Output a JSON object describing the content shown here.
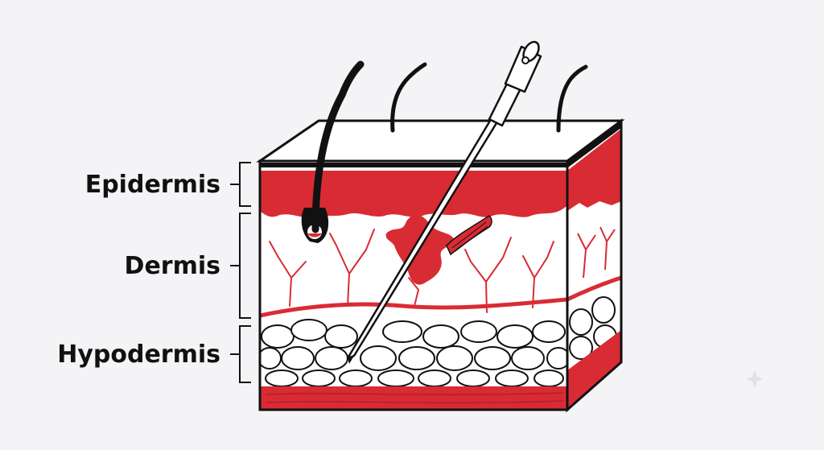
{
  "labels": {
    "epidermis": "Epidermis",
    "dermis": "Dermis",
    "hypodermis": "Hypodermis"
  },
  "colors": {
    "background": "#f4f4f6",
    "tissue_red": "#d92b34",
    "dark_red": "#b41f27",
    "outline": "#111111",
    "fat": "#ffffff",
    "needle": "#ffffff"
  }
}
